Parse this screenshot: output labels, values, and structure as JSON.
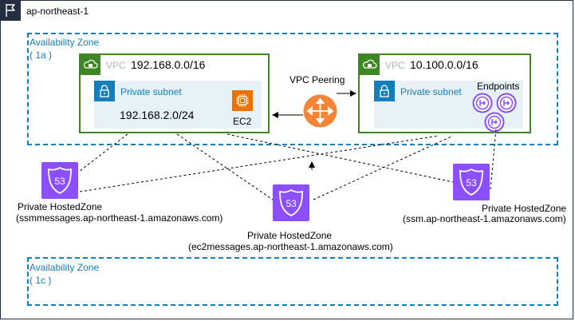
{
  "region": {
    "title": "ap-northeast-1",
    "icon": "flag-icon"
  },
  "az_1a": {
    "name": "Availability Zone",
    "id": "( 1a )"
  },
  "az_1c": {
    "name": "Availability Zone",
    "id": "( 1c )"
  },
  "vpc_left": {
    "label": "VPC",
    "cidr": "192.168.0.0/16",
    "subnet": {
      "title": "Private subnet",
      "cidr": "192.168.2.0/24"
    },
    "ec2_label": "EC2"
  },
  "vpc_right": {
    "label": "VPC",
    "cidr": "10.100.0.0/16",
    "subnet": {
      "title": "Private subnet"
    },
    "endpoints_label": "Endpoints"
  },
  "peering": {
    "label": "VPC Peering"
  },
  "zones": {
    "ssmmessages": {
      "line1": "Private HostedZone",
      "line2": "(ssmmessages.ap-northeast-1.amazonaws.com)",
      "icon_text": "53"
    },
    "ec2messages": {
      "line1": "Private HostedZone",
      "line2": "(ec2messages.ap-northeast-1.amazonaws.com)",
      "icon_text": "53"
    },
    "ssm": {
      "line1": "Private HostedZone",
      "line2": "(ssm.ap-northeast-1.amazonaws.com)",
      "icon_text": "53"
    }
  },
  "colors": {
    "az": "#147eba",
    "vpc": "#3f8624",
    "subnet_bg": "#e6f2f8",
    "route53": "#8c4fff",
    "ec2": "#ed7100",
    "peering": "#f58536",
    "region": "#232f3e"
  }
}
